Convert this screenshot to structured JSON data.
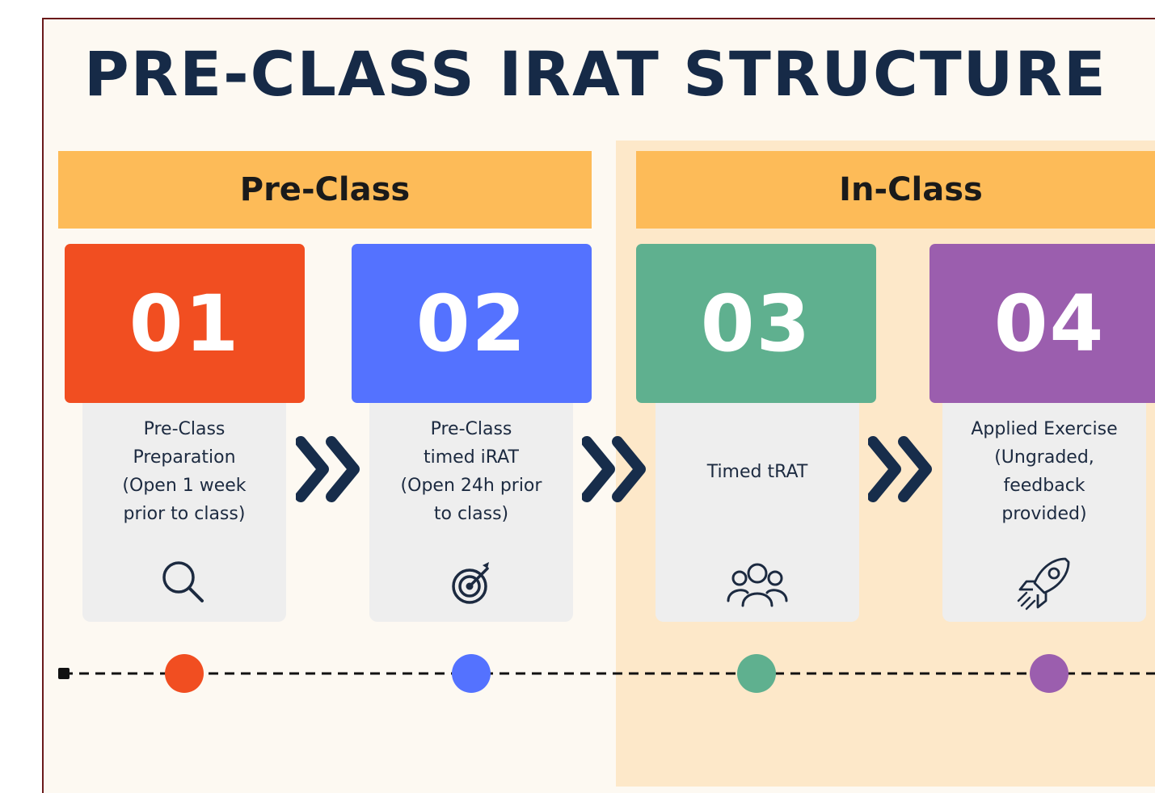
{
  "title": "PRE-CLASS IRAT STRUCTURE",
  "phases": [
    {
      "label": "Pre-Class"
    },
    {
      "label": "In-Class"
    }
  ],
  "steps": [
    {
      "number": "01",
      "lines": [
        "Pre-Class",
        "Preparation",
        "(Open 1 week",
        "prior to class)"
      ],
      "color": "#f14e21",
      "icon": "magnifying-glass-icon"
    },
    {
      "number": "02",
      "lines": [
        "Pre-Class",
        "timed iRAT",
        "(Open 24h prior",
        "to class)"
      ],
      "color": "#5472ff",
      "icon": "target-dart-icon"
    },
    {
      "number": "03",
      "lines": [
        "Timed tRAT"
      ],
      "color": "#5fb08f",
      "icon": "team-icon"
    },
    {
      "number": "04",
      "lines": [
        "Applied Exercise",
        "(Ungraded,",
        "feedback",
        "provided)"
      ],
      "color": "#9b5eae",
      "icon": "rocket-icon"
    }
  ],
  "colors": {
    "title": "#162a47",
    "phase_header": "#fdbb58",
    "in_class_background": "#fde8c9",
    "card": "#eeeeee",
    "chevron": "#172d4b",
    "timeline": "#111111"
  }
}
